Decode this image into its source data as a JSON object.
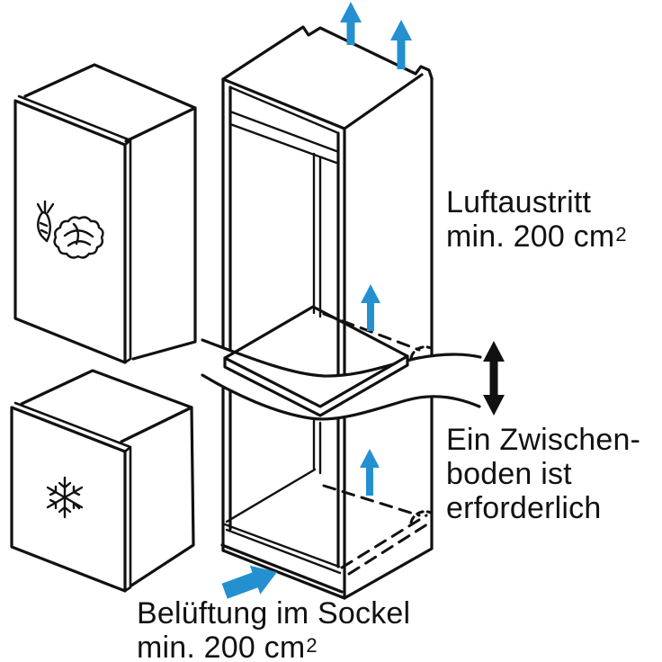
{
  "figure": {
    "kind": "appliance-installation-diagram",
    "background": "#ffffff",
    "line_color": "#111111",
    "accent_blue": "#2490d0"
  },
  "labels": {
    "air_outlet": {
      "line1": "Luftaustritt",
      "line2_base": "min. 200 cm",
      "line2_sup": "2"
    },
    "intermediate_shelf": {
      "line1": "Ein Zwischen-",
      "line2": "boden ist",
      "line3": "erforderlich"
    },
    "plinth_vent": {
      "line1": "Belüftung im Sockel",
      "line2_base": "min. 200 cm",
      "line2_sup": "2"
    }
  },
  "icons": {
    "fridge_door": [
      "carrot-icon",
      "cabbage-icon"
    ],
    "freezer_door": [
      "snowflake-icon"
    ],
    "airflow": "up-arrow-icon",
    "clearance": "double-vertical-arrow-icon"
  }
}
